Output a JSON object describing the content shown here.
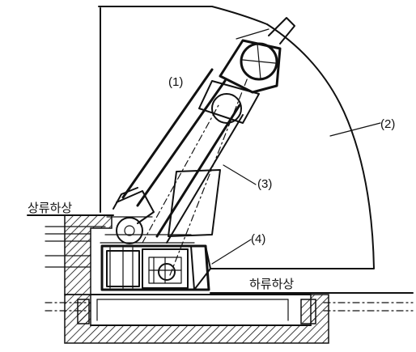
{
  "labels": {
    "part1": "(1)",
    "part2": "(2)",
    "part3": "(3)",
    "part4": "(4)",
    "upstream_water_level": "상류하상",
    "downstream_water_level": "하류하상"
  }
}
